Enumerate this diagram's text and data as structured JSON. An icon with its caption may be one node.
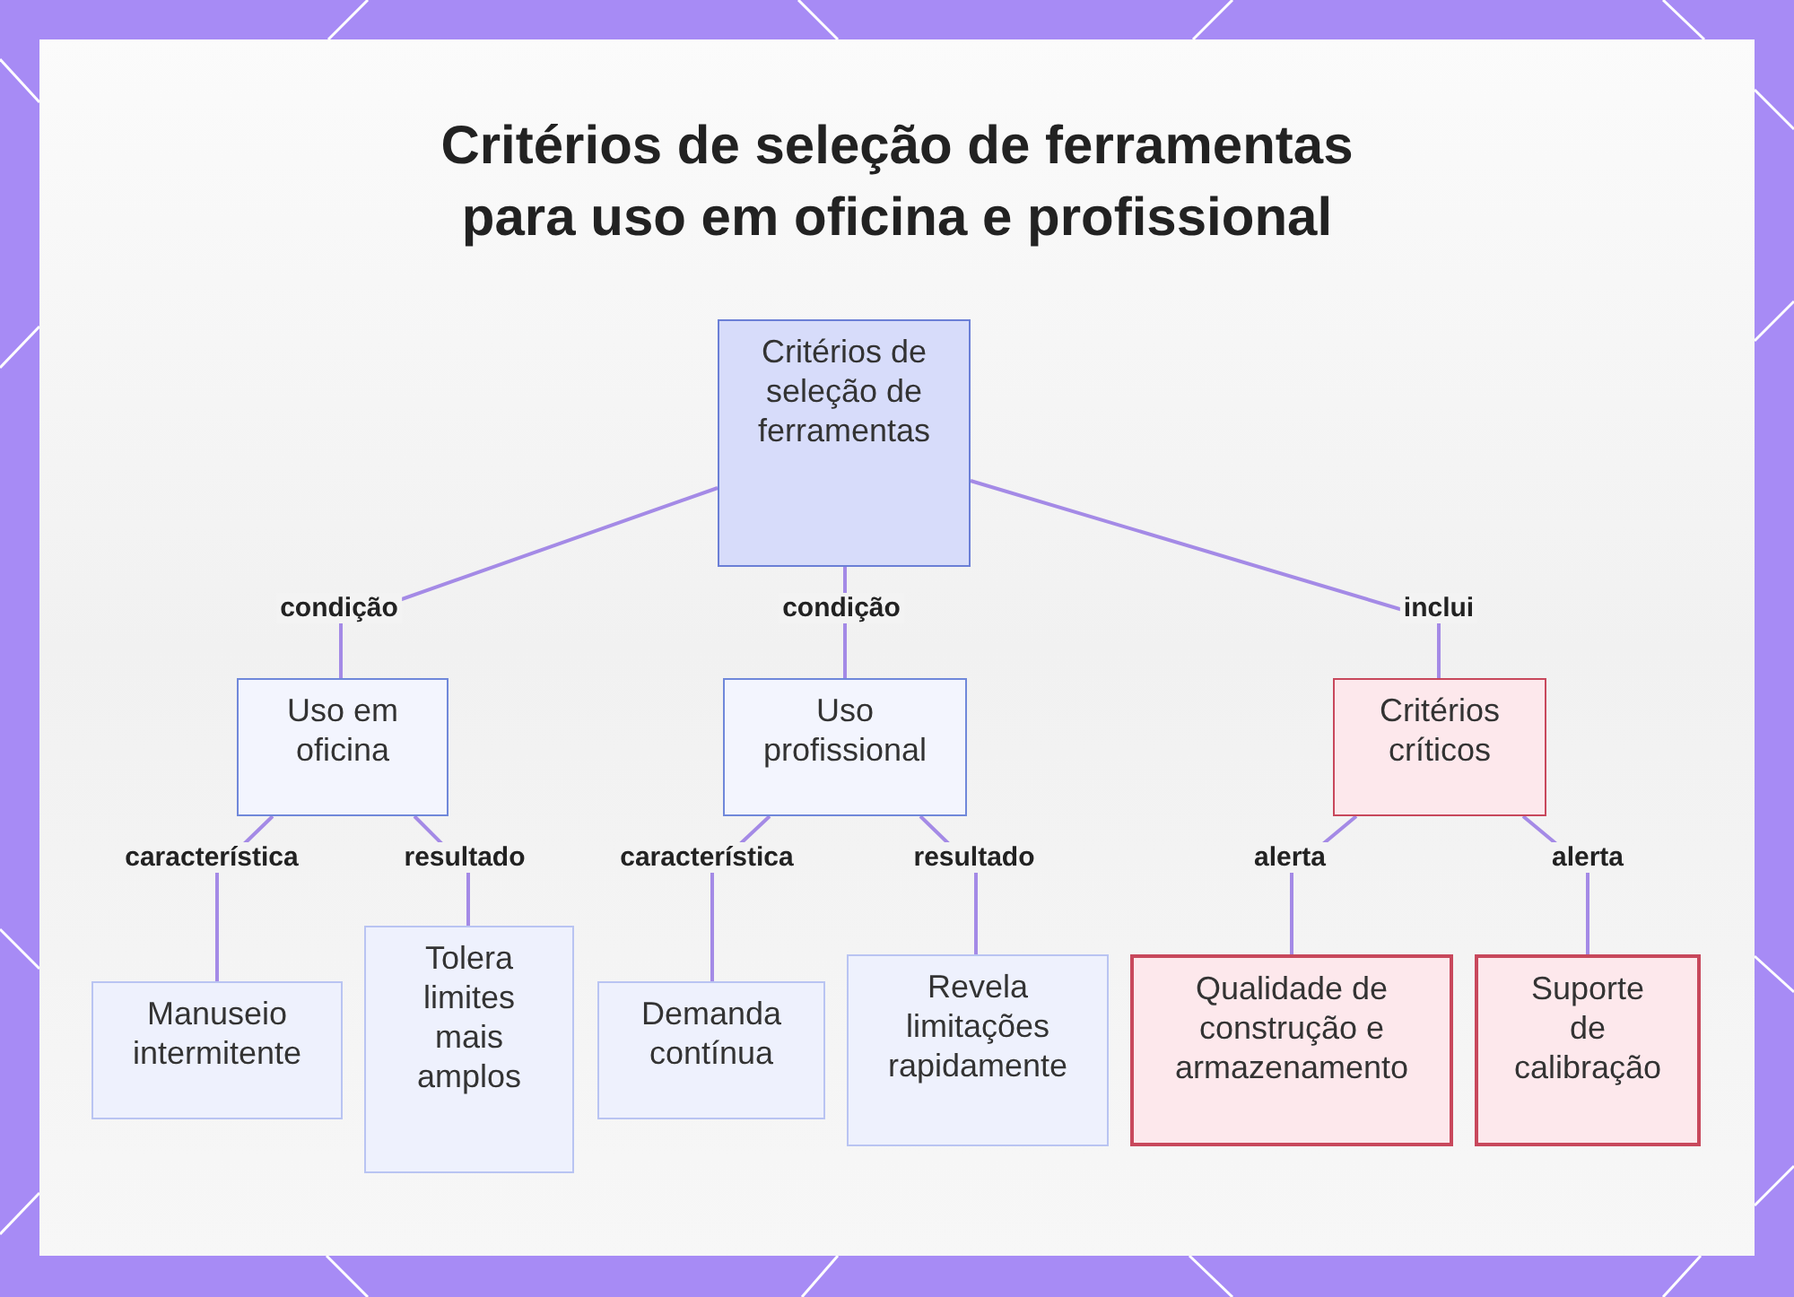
{
  "diagram": {
    "title": "Critérios de seleção de ferramentas para uso em oficina e profissional",
    "nodes": [
      {
        "text": [
          "Critérios de seleção de ferramentas"
        ]
      },
      {
        "text": [
          "Uso em oficina"
        ]
      },
      {
        "text": [
          "Uso profissional"
        ]
      },
      {
        "text": [
          "Critérios críticos"
        ]
      },
      {
        "text": [
          "Manuseio intermitente"
        ]
      },
      {
        "text": [
          "Tolera limites mais amplos"
        ]
      },
      {
        "text": [
          "Demanda contínua"
        ]
      },
      {
        "text": [
          "Revela limitações rapidamente"
        ]
      },
      {
        "text": [
          "Qualidade de construção e armazenamento"
        ]
      },
      {
        "text": [
          "Suporte de calibração"
        ]
      }
    ],
    "edges": [
      {
        "from": 0,
        "to": 1,
        "arrow": "none",
        "label": "condição"
      },
      {
        "from": 0,
        "to": 2,
        "arrow": "none",
        "label": "condição"
      },
      {
        "from": 0,
        "to": 3,
        "arrow": "none",
        "label": "inclui"
      },
      {
        "from": 1,
        "to": 4,
        "arrow": "none",
        "label": "característica"
      },
      {
        "from": 1,
        "to": 5,
        "arrow": "none",
        "label": "resultado"
      },
      {
        "from": 2,
        "to": 6,
        "arrow": "none",
        "label": "característica"
      },
      {
        "from": 2,
        "to": 7,
        "arrow": "none",
        "label": "resultado"
      },
      {
        "from": 3,
        "to": 8,
        "arrow": "none",
        "label": "alerta"
      },
      {
        "from": 3,
        "to": 9,
        "arrow": "none",
        "label": "alerta"
      }
    ]
  }
}
